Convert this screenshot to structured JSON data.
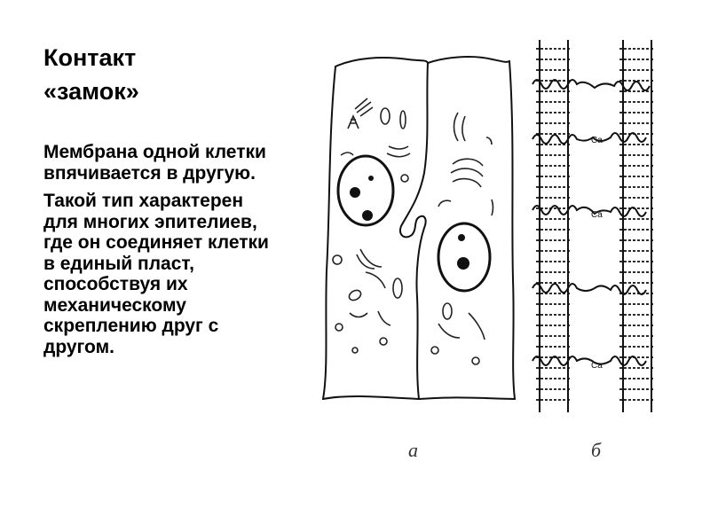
{
  "slide": {
    "title_line1": "Контакт",
    "title_line2": "«замок»",
    "paragraph1": "Мембрана одной клетки впячивается в другую.",
    "paragraph2": "Такой тип характерен для многих эпителиев, где он соединяет клетки в единый пласт, способствуя их механическому скреплению друг с другом."
  },
  "figure": {
    "label_a": "а",
    "label_b": "б",
    "ion_label": "Ca"
  }
}
